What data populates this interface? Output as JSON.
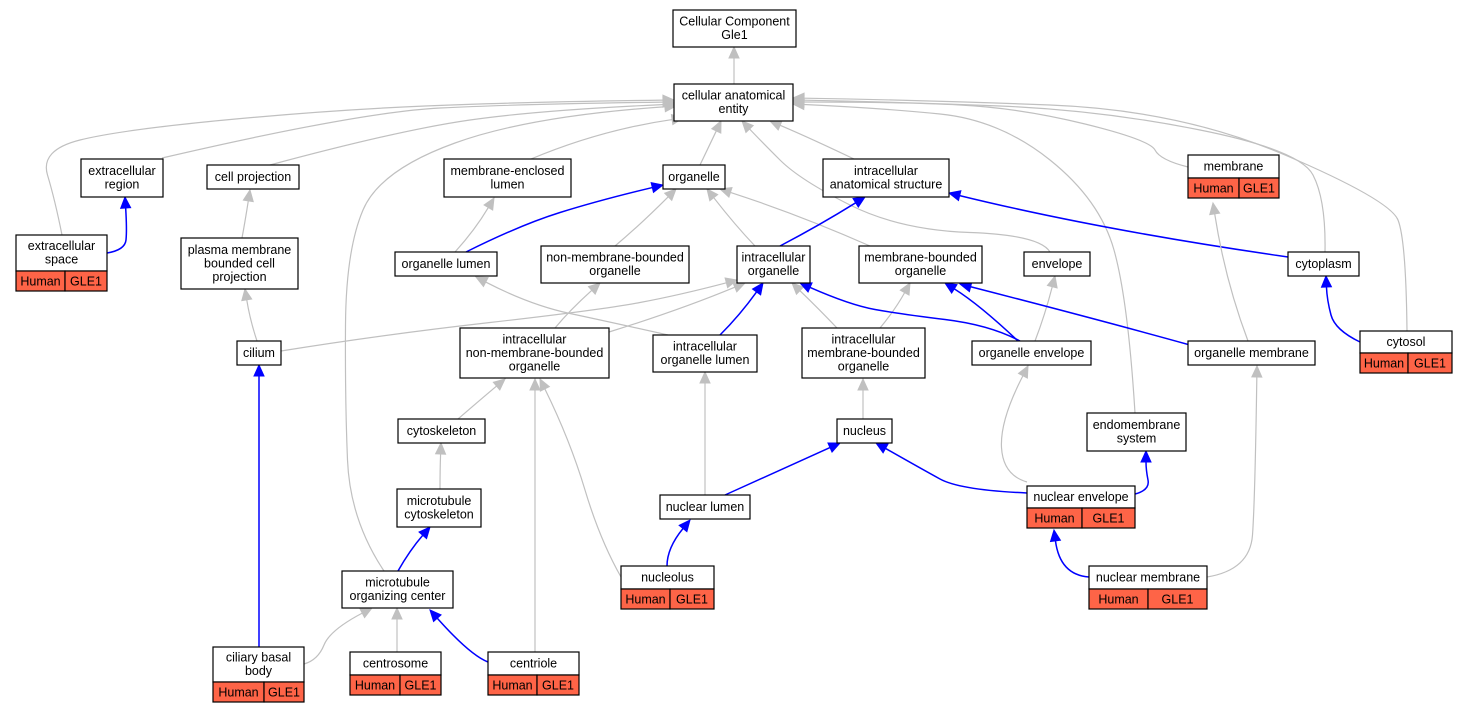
{
  "graph": {
    "root_title": [
      "Cellular Component",
      "Gle1"
    ],
    "colors": {
      "annotation_fill": "#fe6447",
      "part_of_edge": "#0000ff",
      "is_a_edge": "#c0c0c0"
    },
    "nodes": [
      {
        "id": "root",
        "lines": [
          "Cellular Component",
          "Gle1"
        ]
      },
      {
        "id": "cae",
        "lines": [
          "cellular anatomical",
          "entity"
        ]
      },
      {
        "id": "extrareg",
        "lines": [
          "extracellular",
          "region"
        ]
      },
      {
        "id": "cellproj",
        "lines": [
          "cell projection"
        ]
      },
      {
        "id": "melumen",
        "lines": [
          "membrane-enclosed",
          "lumen"
        ]
      },
      {
        "id": "organelle",
        "lines": [
          "organelle"
        ]
      },
      {
        "id": "ianat",
        "lines": [
          "intracellular",
          "anatomical structure"
        ]
      },
      {
        "id": "membrane",
        "lines": [
          "membrane"
        ],
        "annotation": [
          "Human",
          "GLE1"
        ]
      },
      {
        "id": "extraspace",
        "lines": [
          "extracellular",
          "space"
        ],
        "annotation": [
          "Human",
          "GLE1"
        ]
      },
      {
        "id": "pmbcp",
        "lines": [
          "plasma membrane",
          "bounded cell",
          "projection"
        ]
      },
      {
        "id": "orglumen",
        "lines": [
          "organelle lumen"
        ]
      },
      {
        "id": "nmbo",
        "lines": [
          "non-membrane-bounded",
          "organelle"
        ]
      },
      {
        "id": "intorg",
        "lines": [
          "intracellular",
          "organelle"
        ]
      },
      {
        "id": "mbo",
        "lines": [
          "membrane-bounded",
          "organelle"
        ]
      },
      {
        "id": "envelope",
        "lines": [
          "envelope"
        ]
      },
      {
        "id": "cytoplasm",
        "lines": [
          "cytoplasm"
        ]
      },
      {
        "id": "cilium",
        "lines": [
          "cilium"
        ]
      },
      {
        "id": "inmbo",
        "lines": [
          "intracellular",
          "non-membrane-bounded",
          "organelle"
        ]
      },
      {
        "id": "iol",
        "lines": [
          "intracellular",
          "organelle lumen"
        ]
      },
      {
        "id": "imbo",
        "lines": [
          "intracellular",
          "membrane-bounded",
          "organelle"
        ]
      },
      {
        "id": "orgenv",
        "lines": [
          "organelle envelope"
        ]
      },
      {
        "id": "orgmem",
        "lines": [
          "organelle membrane"
        ]
      },
      {
        "id": "cytosol",
        "lines": [
          "cytosol"
        ],
        "annotation": [
          "Human",
          "GLE1"
        ]
      },
      {
        "id": "cytoskeleton",
        "lines": [
          "cytoskeleton"
        ]
      },
      {
        "id": "nucleus",
        "lines": [
          "nucleus"
        ]
      },
      {
        "id": "endomem",
        "lines": [
          "endomembrane",
          "system"
        ]
      },
      {
        "id": "mtcyto",
        "lines": [
          "microtubule",
          "cytoskeleton"
        ]
      },
      {
        "id": "nuclumen",
        "lines": [
          "nuclear lumen"
        ]
      },
      {
        "id": "nucenv",
        "lines": [
          "nuclear envelope"
        ],
        "annotation": [
          "Human",
          "GLE1"
        ]
      },
      {
        "id": "mtoc",
        "lines": [
          "microtubule",
          "organizing center"
        ]
      },
      {
        "id": "nucleolus",
        "lines": [
          "nucleolus"
        ],
        "annotation": [
          "Human",
          "GLE1"
        ]
      },
      {
        "id": "nucmem",
        "lines": [
          "nuclear membrane"
        ],
        "annotation": [
          "Human",
          "GLE1"
        ]
      },
      {
        "id": "ciliarybb",
        "lines": [
          "ciliary basal",
          "body"
        ],
        "annotation": [
          "Human",
          "GLE1"
        ]
      },
      {
        "id": "centrosome",
        "lines": [
          "centrosome"
        ],
        "annotation": [
          "Human",
          "GLE1"
        ]
      },
      {
        "id": "centriole",
        "lines": [
          "centriole"
        ],
        "annotation": [
          "Human",
          "GLE1"
        ]
      }
    ],
    "edges": [
      {
        "from": "cae",
        "to": "root",
        "type": "is_a"
      },
      {
        "from": "extrareg",
        "to": "cae",
        "type": "is_a"
      },
      {
        "from": "cellproj",
        "to": "cae",
        "type": "is_a"
      },
      {
        "from": "melumen",
        "to": "cae",
        "type": "is_a"
      },
      {
        "from": "organelle",
        "to": "cae",
        "type": "is_a"
      },
      {
        "from": "ianat",
        "to": "cae",
        "type": "is_a"
      },
      {
        "from": "membrane",
        "to": "cae",
        "type": "is_a"
      },
      {
        "from": "extraspace",
        "to": "cae",
        "type": "is_a"
      },
      {
        "from": "mtoc",
        "to": "cae",
        "type": "is_a"
      },
      {
        "from": "envelope",
        "to": "cae",
        "type": "is_a"
      },
      {
        "from": "endomem",
        "to": "cae",
        "type": "is_a"
      },
      {
        "from": "cytoplasm",
        "to": "cae",
        "type": "is_a"
      },
      {
        "from": "cytosol",
        "to": "cae",
        "type": "is_a"
      },
      {
        "from": "extraspace",
        "to": "extrareg",
        "type": "part_of"
      },
      {
        "from": "pmbcp",
        "to": "cellproj",
        "type": "is_a"
      },
      {
        "from": "orglumen",
        "to": "melumen",
        "type": "is_a"
      },
      {
        "from": "orglumen",
        "to": "organelle",
        "type": "part_of"
      },
      {
        "from": "nmbo",
        "to": "organelle",
        "type": "is_a"
      },
      {
        "from": "intorg",
        "to": "organelle",
        "type": "is_a"
      },
      {
        "from": "mbo",
        "to": "organelle",
        "type": "is_a"
      },
      {
        "from": "intorg",
        "to": "ianat",
        "type": "part_of"
      },
      {
        "from": "cytoplasm",
        "to": "ianat",
        "type": "part_of"
      },
      {
        "from": "cilium",
        "to": "pmbcp",
        "type": "is_a"
      },
      {
        "from": "cilium",
        "to": "intorg",
        "type": "is_a"
      },
      {
        "from": "inmbo",
        "to": "nmbo",
        "type": "is_a"
      },
      {
        "from": "inmbo",
        "to": "intorg",
        "type": "is_a"
      },
      {
        "from": "iol",
        "to": "orglumen",
        "type": "is_a"
      },
      {
        "from": "iol",
        "to": "intorg",
        "type": "part_of"
      },
      {
        "from": "imbo",
        "to": "intorg",
        "type": "is_a"
      },
      {
        "from": "imbo",
        "to": "mbo",
        "type": "is_a"
      },
      {
        "from": "orgenv",
        "to": "intorg",
        "type": "part_of"
      },
      {
        "from": "orgenv",
        "to": "mbo",
        "type": "part_of"
      },
      {
        "from": "orgenv",
        "to": "envelope",
        "type": "is_a"
      },
      {
        "from": "orgmem",
        "to": "mbo",
        "type": "part_of"
      },
      {
        "from": "orgmem",
        "to": "membrane",
        "type": "is_a"
      },
      {
        "from": "cytosol",
        "to": "cytoplasm",
        "type": "part_of"
      },
      {
        "from": "cytoskeleton",
        "to": "inmbo",
        "type": "is_a"
      },
      {
        "from": "nucleus",
        "to": "imbo",
        "type": "is_a"
      },
      {
        "from": "mtcyto",
        "to": "cytoskeleton",
        "type": "is_a"
      },
      {
        "from": "nuclumen",
        "to": "iol",
        "type": "is_a"
      },
      {
        "from": "nuclumen",
        "to": "nucleus",
        "type": "part_of"
      },
      {
        "from": "nucenv",
        "to": "nucleus",
        "type": "part_of"
      },
      {
        "from": "nucenv",
        "to": "orgenv",
        "type": "is_a"
      },
      {
        "from": "nucenv",
        "to": "endomem",
        "type": "part_of"
      },
      {
        "from": "mtoc",
        "to": "mtcyto",
        "type": "part_of"
      },
      {
        "from": "nucleolus",
        "to": "nuclumen",
        "type": "part_of"
      },
      {
        "from": "nucleolus",
        "to": "inmbo",
        "type": "is_a"
      },
      {
        "from": "nucmem",
        "to": "nucenv",
        "type": "part_of"
      },
      {
        "from": "nucmem",
        "to": "orgmem",
        "type": "is_a"
      },
      {
        "from": "ciliarybb",
        "to": "cilium",
        "type": "part_of"
      },
      {
        "from": "ciliarybb",
        "to": "mtoc",
        "type": "is_a"
      },
      {
        "from": "centrosome",
        "to": "mtoc",
        "type": "is_a"
      },
      {
        "from": "centriole",
        "to": "mtoc",
        "type": "part_of"
      },
      {
        "from": "centriole",
        "to": "inmbo",
        "type": "is_a"
      }
    ]
  }
}
